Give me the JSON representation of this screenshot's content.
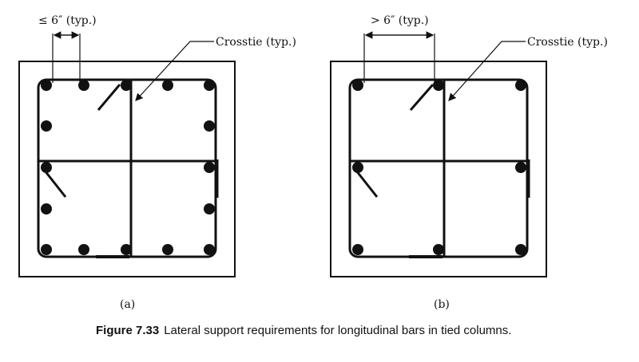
{
  "panels": [
    {
      "id": "a",
      "label": "(a)",
      "dimension": "≤ 6″ (typ.)",
      "crosstie": "Crosstie (typ.)"
    },
    {
      "id": "b",
      "label": "(b)",
      "dimension": "> 6″ (typ.)",
      "crosstie": "Crosstie (typ.)"
    }
  ],
  "caption": {
    "number": "Figure 7.33",
    "text": "Lateral support requirements for longitudinal bars in tied columns."
  }
}
